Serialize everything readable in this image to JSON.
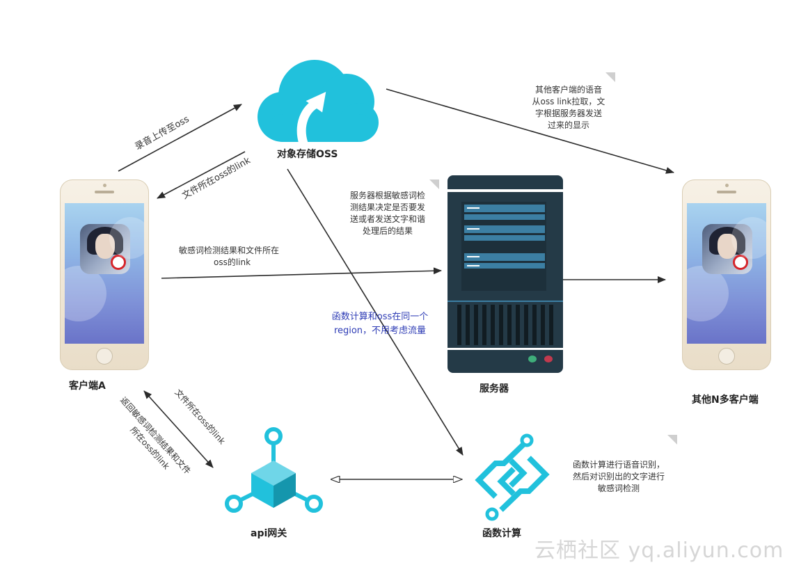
{
  "nodes": {
    "oss": "对象存储OSS",
    "client_a": "客户端A",
    "server": "服务器",
    "other_clients": "其他N多客户端",
    "api_gateway": "api网关",
    "function_compute": "函数计算"
  },
  "edges": {
    "upload": "录音上传至oss",
    "oss_link_back": "文件所在oss的link",
    "to_server_line1": "敏感词检测结果和文件所在",
    "to_server_line2": "oss的link",
    "to_gateway": "文件所在oss的link",
    "from_gateway_line1": "返回敏感词检测结果和文件",
    "from_gateway_line2": "所在oss的link"
  },
  "notes": {
    "others_line1": "其他客户端的语音",
    "others_line2": "从oss link拉取，文",
    "others_line3": "字根据服务器发送",
    "others_line4": "过来的显示",
    "server_line1": "服务器根据敏感词检",
    "server_line2": "测结果决定是否要发",
    "server_line3": "送或者发送文字和谐",
    "server_line4": "处理后的结果",
    "fc_line1": "函数计算进行语音识别，",
    "fc_line2": "然后对识别出的文字进行",
    "fc_line3": "敏感词检测",
    "region_line1": "函数计算和oss在同一个",
    "region_line2": "region，不用考虑流量"
  },
  "watermark": "云栖社区 yq.aliyun.com",
  "colors": {
    "cyan": "#21c1dc",
    "server_dark": "#243a47",
    "server_bar": "#3c7fa3",
    "note_blue": "#2e3cb5"
  },
  "icons": {
    "oss": "cloud-upload-icon",
    "server": "server-rack-icon",
    "gateway": "cube-gateway-icon",
    "function": "function-compute-icon",
    "phone": "smartphone-icon"
  }
}
